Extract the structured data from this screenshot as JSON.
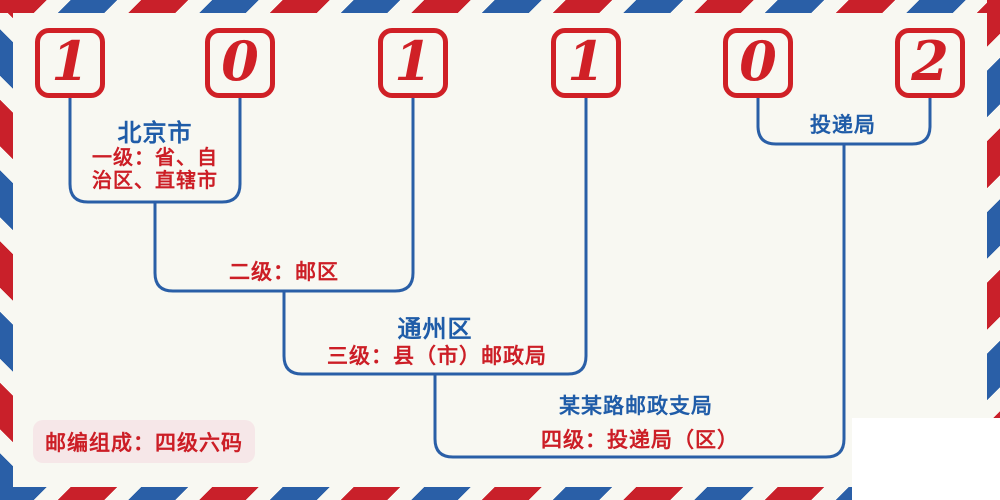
{
  "postal_code": {
    "digits": [
      "1",
      "0",
      "1",
      "1",
      "0",
      "2"
    ]
  },
  "annotations": {
    "level1": {
      "name": "北京市",
      "desc_line1": "一级：省、自",
      "desc_line2": "治区、直辖市"
    },
    "level2": {
      "desc": "二级：邮区"
    },
    "level3": {
      "name": "通州区",
      "desc": "三级：县（市）邮政局"
    },
    "level4": {
      "name": "某某路邮政支局",
      "desc": "四级：投递局（区）"
    },
    "delivery_office": {
      "name": "投递局"
    },
    "composition_note": "邮编组成：四级六码"
  },
  "colors": {
    "red": "#d02026",
    "blue": "#2a5fa7",
    "background": "#f8f8f2",
    "note_background": "#f6e7e8",
    "corner_patch": "#ffffff"
  }
}
